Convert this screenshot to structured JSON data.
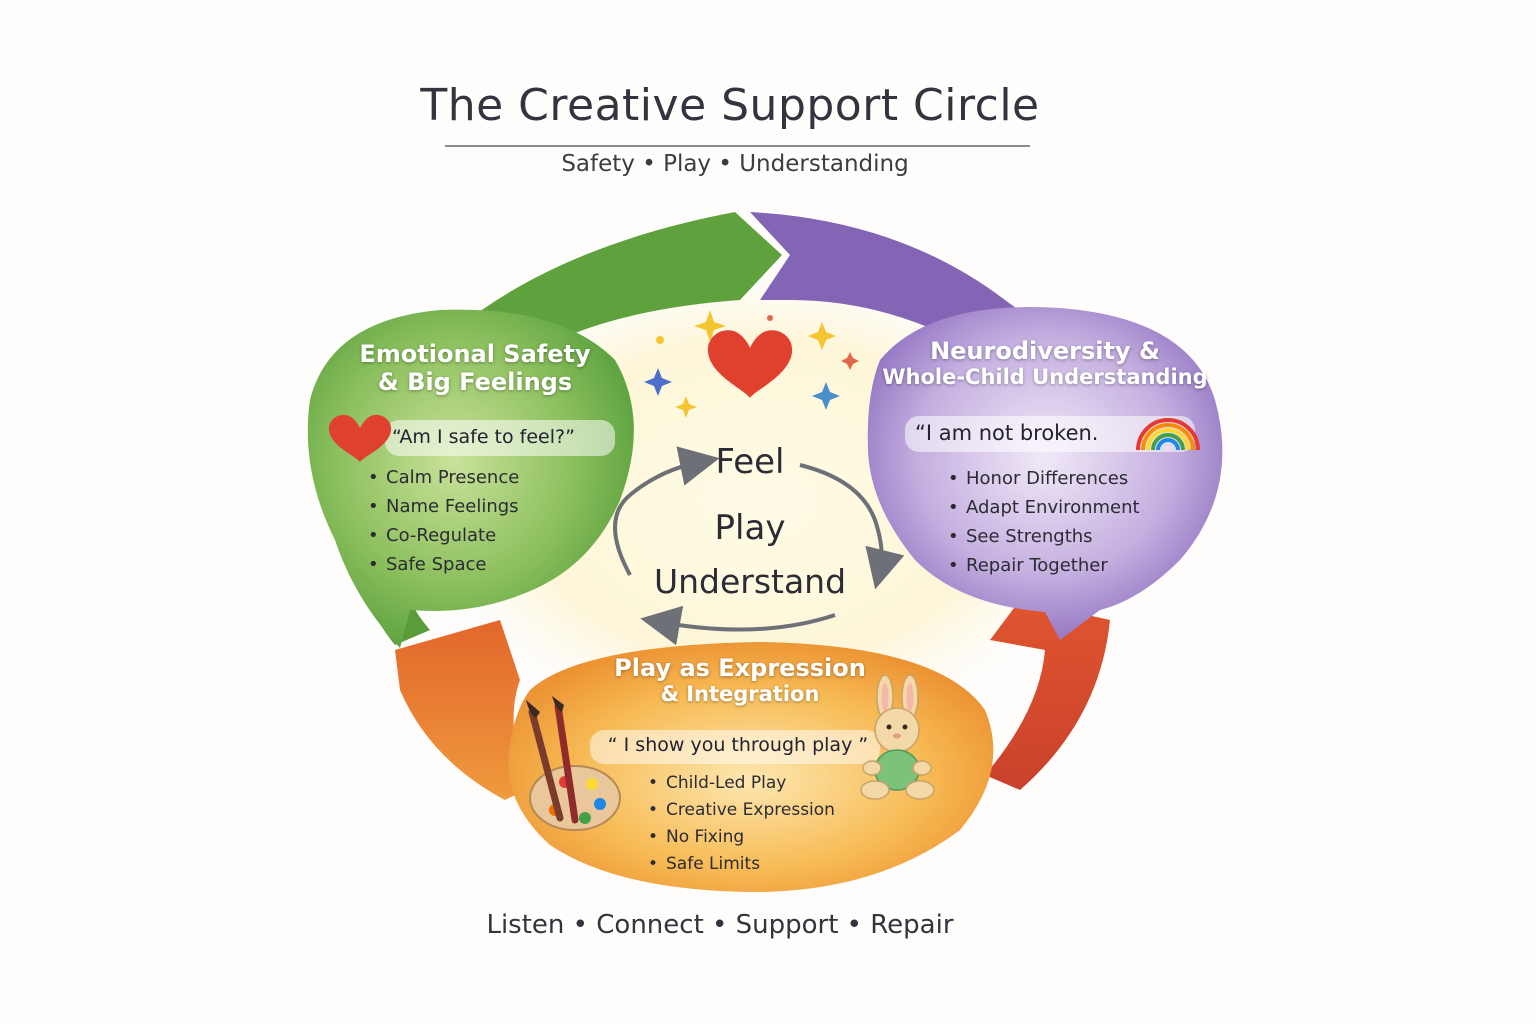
{
  "title": "The Creative Support Circle",
  "subtitle": "Safety • Play • Understanding",
  "footer": "Listen • Connect • Support • Repair",
  "center": {
    "words": [
      "Feel",
      "Play",
      "Understand"
    ]
  },
  "sections": [
    {
      "id": "emotional-safety",
      "title_line1": "Emotional Safety",
      "title_line2": "& Big Feelings",
      "quote": "“Am I safe to feel?”",
      "bullets": [
        "Calm Presence",
        "Name Feelings",
        "Co-Regulate",
        "Safe Space"
      ],
      "color": "#6aa847",
      "icon": "heart-icon"
    },
    {
      "id": "neurodiversity",
      "title_line1": "Neurodiversity &",
      "title_line2": "Whole-Child Understanding",
      "quote": "“I am not broken.",
      "bullets": [
        "Honor Differences",
        "Adapt Environment",
        "See Strengths",
        "Repair Together"
      ],
      "color": "#8a6cbd",
      "icon": "rainbow-icon"
    },
    {
      "id": "play-expression",
      "title_line1": "Play as Expression",
      "title_line2": "& Integration",
      "quote": "“ I show you through play ”",
      "bullets": [
        "Child-Led Play",
        "Creative Expression",
        "No Fixing",
        "Safe Limits"
      ],
      "color": "#f0a03c",
      "icon": "palette-icon"
    }
  ],
  "colors": {
    "green": "#5f9e3c",
    "purple": "#8467b8",
    "orange": "#e98a2e",
    "red": "#d9573a",
    "heart": "#e0412f"
  }
}
